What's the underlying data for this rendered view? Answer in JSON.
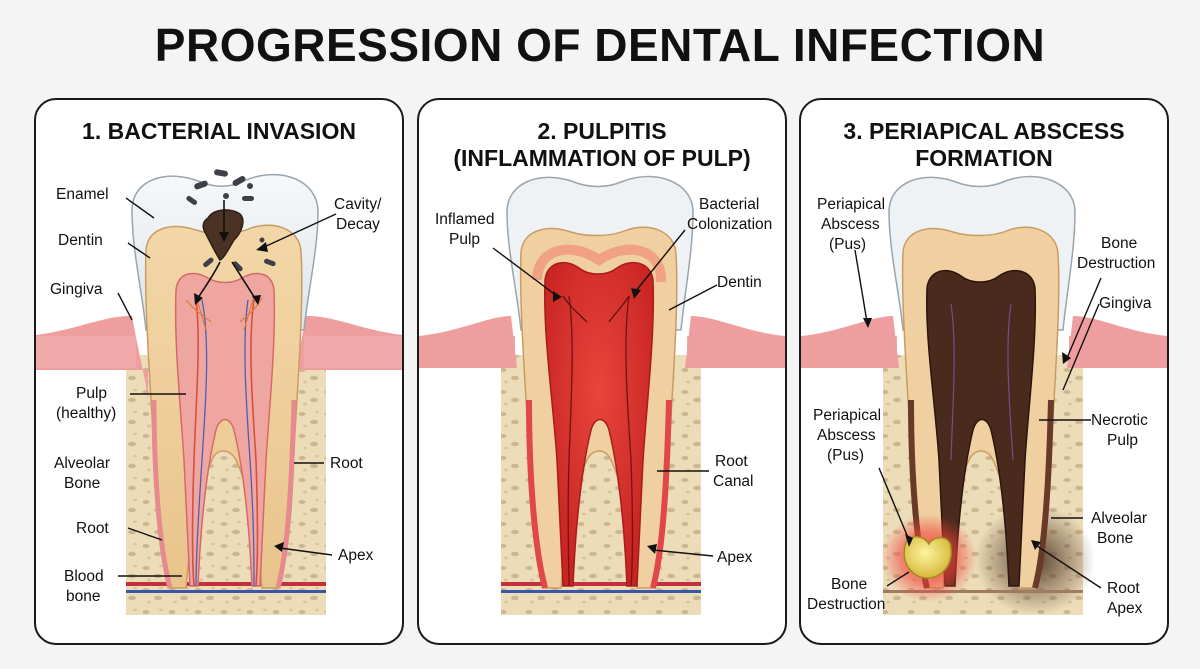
{
  "title": "PROGRESSION OF DENTAL INFECTION",
  "panels": [
    {
      "title": "1. BACTERIAL INVASION",
      "labels": {
        "enamel": "Enamel",
        "dentin": "Dentin",
        "gingiva": "Gingiva",
        "pulp_1": "Pulp",
        "pulp_2": "(healthy)",
        "alveolar_1": "Alveolar",
        "alveolar_2": "Bone",
        "root_left": "Root",
        "blood_1": "Blood",
        "blood_2": "bone",
        "cavity_1": "Cavity/",
        "cavity_2": "Decay",
        "root_right": "Root",
        "apex": "Apex"
      }
    },
    {
      "title_1": "2. PULPITIS",
      "title_2": "(INFLAMMATION OF PULP)",
      "labels": {
        "inflamed_1": "Inflamed",
        "inflamed_2": "Pulp",
        "bacterial_1": "Bacterial",
        "bacterial_2": "Colonization",
        "dentin": "Dentin",
        "canal_1": "Root",
        "canal_2": "Canal",
        "apex": "Apex"
      }
    },
    {
      "title_1": "3. PERIAPICAL ABSCESS",
      "title_2": "FORMATION",
      "labels": {
        "abscess_top_1": "Periapical",
        "abscess_top_2": "Abscess",
        "abscess_top_3": "(Pus)",
        "bone_destr_top_1": "Bone",
        "bone_destr_top_2": "Destruction",
        "gingiva": "Gingiva",
        "necrotic_1": "Necrotic",
        "necrotic_2": "Pulp",
        "abscess_mid_1": "Periapical",
        "abscess_mid_2": "Abscess",
        "abscess_mid_3": "(Pus)",
        "alveolar_1": "Alveolar",
        "alveolar_2": "Bone",
        "bone_destr_bottom_1": "Bone",
        "bone_destr_bottom_2": "Destruction",
        "root_apex_1": "Root",
        "root_apex_2": "Apex"
      }
    }
  ]
}
